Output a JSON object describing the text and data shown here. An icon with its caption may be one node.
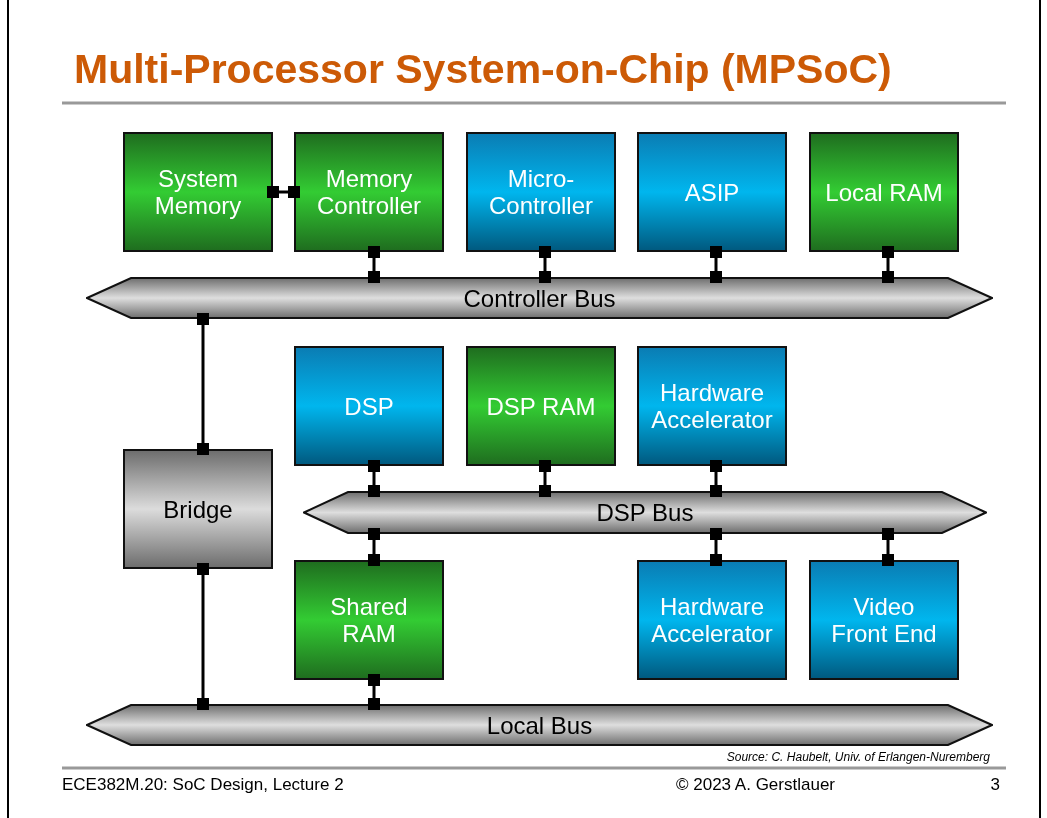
{
  "diagram": {
    "title": "Multi-Processor System-on-Chip (MPSoC)",
    "nodes": [
      {
        "text": [
          "System Memory"
        ]
      },
      {
        "text": [
          "Memory Controller"
        ]
      },
      {
        "text": [
          "Micro-Controller"
        ]
      },
      {
        "text": [
          "ASIP"
        ]
      },
      {
        "text": [
          "Local RAM"
        ]
      },
      {
        "text": [
          "Controller Bus"
        ]
      },
      {
        "text": [
          "DSP"
        ]
      },
      {
        "text": [
          "DSP RAM"
        ]
      },
      {
        "text": [
          "Hardware Accelerator"
        ]
      },
      {
        "text": [
          "Bridge"
        ]
      },
      {
        "text": [
          "DSP Bus"
        ]
      },
      {
        "text": [
          "Shared RAM"
        ]
      },
      {
        "text": [
          "Hardware Accelerator"
        ]
      },
      {
        "text": [
          "Video Front End"
        ]
      },
      {
        "text": [
          "Local Bus"
        ]
      }
    ],
    "edges": [
      {
        "from": 0,
        "to": 1,
        "arrow": "other"
      },
      {
        "from": 1,
        "to": 5,
        "arrow": "other"
      },
      {
        "from": 2,
        "to": 5,
        "arrow": "other"
      },
      {
        "from": 3,
        "to": 5,
        "arrow": "other"
      },
      {
        "from": 4,
        "to": 5,
        "arrow": "other"
      },
      {
        "from": 5,
        "to": 9,
        "arrow": "other"
      },
      {
        "from": 6,
        "to": 10,
        "arrow": "other"
      },
      {
        "from": 7,
        "to": 10,
        "arrow": "other"
      },
      {
        "from": 8,
        "to": 10,
        "arrow": "other"
      },
      {
        "from": 10,
        "to": 11,
        "arrow": "other"
      },
      {
        "from": 10,
        "to": 12,
        "arrow": "other"
      },
      {
        "from": 10,
        "to": 13,
        "arrow": "other"
      },
      {
        "from": 9,
        "to": 14,
        "arrow": "other"
      },
      {
        "from": 11,
        "to": 14,
        "arrow": "other"
      }
    ],
    "labels": [
      "Source: C. Haubelt, Univ. of Erlangen-Nuremberg",
      "ECE382M.20: SoC Design, Lecture 2",
      "© 2023 A. Gerstlauer",
      "3"
    ]
  }
}
